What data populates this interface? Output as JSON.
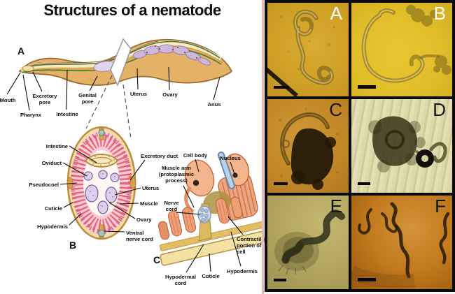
{
  "title": "Structures of a nematode",
  "diagram": {
    "panel_a": {
      "letter": "A",
      "labels": {
        "mouth": "Mouth",
        "excretory_pore": [
          "Excretory",
          "pore"
        ],
        "pharynx": "Pharynx",
        "intestine": "Intestine",
        "genital_pore": [
          "Genital",
          "pore"
        ],
        "uterus": "Uterus",
        "ovary": "Ovary",
        "anus": "Anus"
      }
    },
    "panel_b": {
      "letter": "B",
      "labels": {
        "intestine": "Intestine",
        "oviduct": "Oviduct",
        "pseudocoel": "Pseudocoel",
        "cuticle": "Cuticle",
        "hypodermis": "Hypodermis",
        "excretory_duct": "Excretory duct",
        "uterus": "Uterus",
        "muscle": "Muscle",
        "ovary": "Ovary",
        "ventral_nerve_cord": [
          "Ventral",
          "nerve cord"
        ]
      }
    },
    "panel_c": {
      "letter": "C",
      "labels": {
        "cell_body": "Cell body",
        "nucleus": "Nucleus",
        "muscle_arm": [
          "Muscle arm",
          "(protoplasmic",
          "process)"
        ],
        "nerve_cord": [
          "Nerve",
          "cord"
        ],
        "contractile_portion": [
          "Contractile",
          "portion of",
          "cell"
        ],
        "hypodermis": "Hypodermis",
        "cuticle": "Cuticle",
        "hypodermal_cord": [
          "Hypodermal",
          "cord"
        ]
      }
    }
  },
  "micrographs": {
    "panels": [
      {
        "label": "A",
        "label_color": "#ffffff",
        "background": "#cfa125"
      },
      {
        "label": "B",
        "label_color": "#ffffff",
        "background": "#e0bc28"
      },
      {
        "label": "C",
        "label_color": "#141414",
        "background": "#c28828"
      },
      {
        "label": "D",
        "label_color": "#141414",
        "background": "#d8d4a4"
      },
      {
        "label": "E",
        "label_color": "#141414",
        "background": "#b2a661"
      },
      {
        "label": "F",
        "label_color": "#141414",
        "background": "#c17a1c"
      }
    ]
  },
  "colors": {
    "worm_body": "#e3b267",
    "worm_outline": "#9c6b33",
    "muscle_pink": "#e05570",
    "cuticle_gold": "#c8a050",
    "organ_purple": "#8a6aa0",
    "grid_border": "#0b0b0b",
    "divider_pink": "#f0b9b9"
  }
}
